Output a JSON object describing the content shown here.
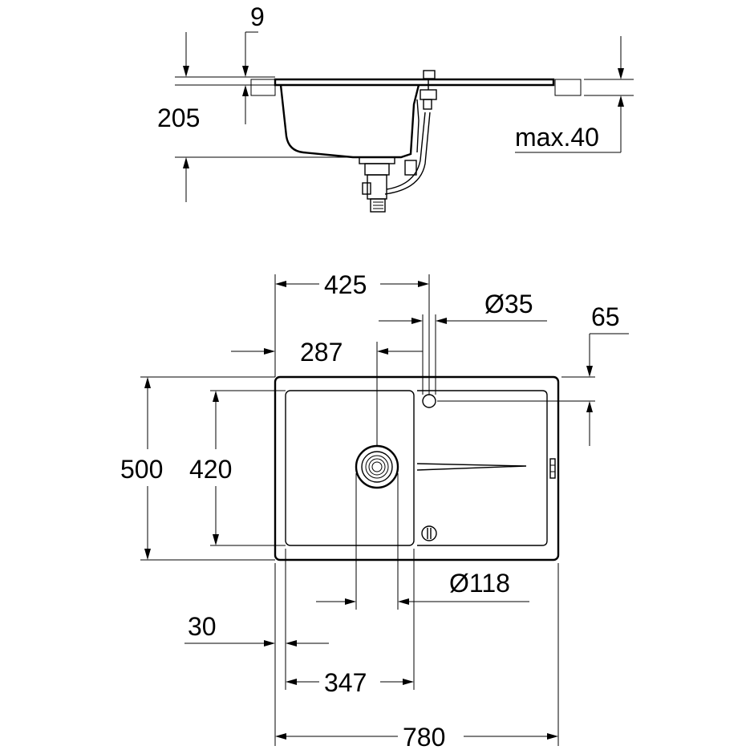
{
  "side_view": {
    "dim_rim_thickness": "9",
    "dim_depth": "205",
    "dim_worktop_max": "max.40"
  },
  "top_view": {
    "dim_tap_offset": "425",
    "dim_tap_hole_diameter": "Ø35",
    "dim_tap_hole_inset": "65",
    "dim_waste_offset": "287",
    "dim_overall_depth": "500",
    "dim_bowl_depth": "420",
    "dim_waste_diameter": "Ø118",
    "dim_bowl_inset": "30",
    "dim_bowl_width": "347",
    "dim_overall_width": "780"
  }
}
